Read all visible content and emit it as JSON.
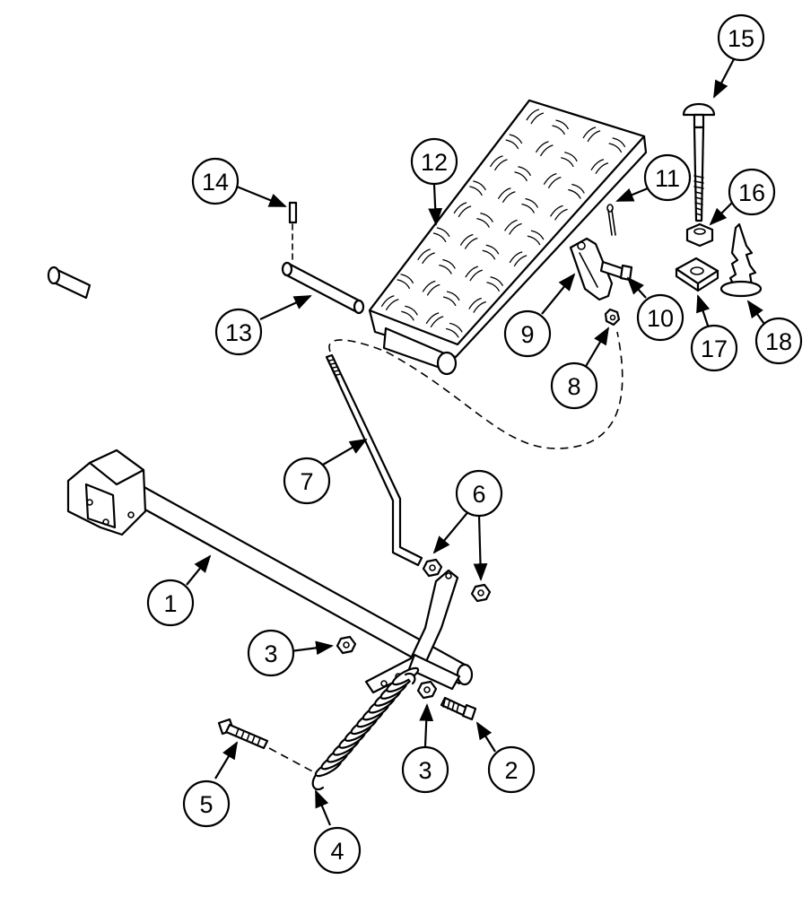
{
  "diagram": {
    "type": "exploded-parts-view",
    "line_color": "#000000",
    "background": "#ffffff"
  },
  "parts": [
    {
      "id": "1",
      "icon": "cross-shaft-with-bracket"
    },
    {
      "id": "2",
      "icon": "bolt"
    },
    {
      "id": "3",
      "icon": "nut"
    },
    {
      "id": "3b",
      "label": "3",
      "icon": "nut"
    },
    {
      "id": "4",
      "icon": "spring"
    },
    {
      "id": "5",
      "icon": "bolt"
    },
    {
      "id": "6",
      "icon": "nut"
    },
    {
      "id": "7",
      "icon": "rod"
    },
    {
      "id": "8",
      "icon": "nut"
    },
    {
      "id": "9",
      "icon": "clevis"
    },
    {
      "id": "10",
      "icon": "pin"
    },
    {
      "id": "11",
      "icon": "cotter-pin"
    },
    {
      "id": "12",
      "icon": "pedal"
    },
    {
      "id": "13",
      "icon": "pivot-pin"
    },
    {
      "id": "14",
      "icon": "roll-pin"
    },
    {
      "id": "15",
      "icon": "carriage-bolt"
    },
    {
      "id": "16",
      "icon": "nut"
    },
    {
      "id": "17",
      "icon": "square-nut"
    },
    {
      "id": "18",
      "icon": "push-fastener"
    }
  ],
  "callouts": {
    "c1": "1",
    "c2": "2",
    "c3a": "3",
    "c3b": "3",
    "c4": "4",
    "c5": "5",
    "c6": "6",
    "c7": "7",
    "c8": "8",
    "c9": "9",
    "c10": "10",
    "c11": "11",
    "c12": "12",
    "c13": "13",
    "c14": "14",
    "c15": "15",
    "c16": "16",
    "c17": "17",
    "c18": "18"
  }
}
